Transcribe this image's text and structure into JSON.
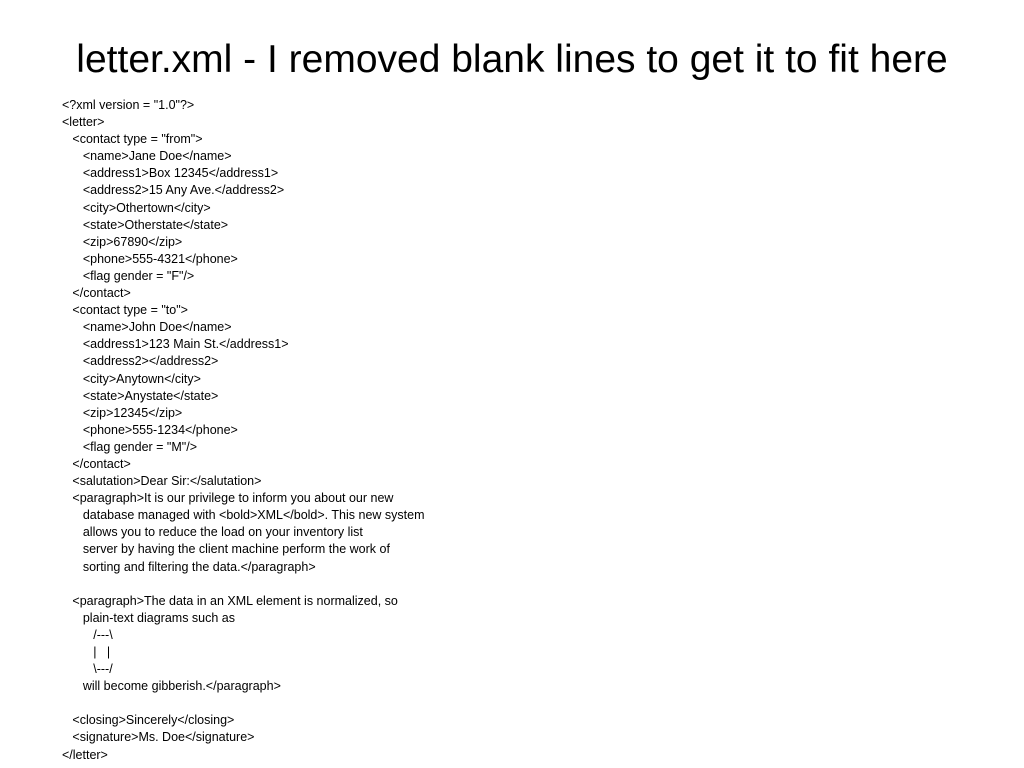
{
  "slide": {
    "title": "letter.xml - I removed blank lines to get it to fit here"
  },
  "code": {
    "lines": [
      "<?xml version = \"1.0\"?>",
      "<letter>",
      "   <contact type = \"from\">",
      "      <name>Jane Doe</name>",
      "      <address1>Box 12345</address1>",
      "      <address2>15 Any Ave.</address2>",
      "      <city>Othertown</city>",
      "      <state>Otherstate</state>",
      "      <zip>67890</zip>",
      "      <phone>555-4321</phone>",
      "      <flag gender = \"F\"/>",
      "   </contact>",
      "   <contact type = \"to\">",
      "      <name>John Doe</name>",
      "      <address1>123 Main St.</address1>",
      "      <address2></address2>",
      "      <city>Anytown</city>",
      "      <state>Anystate</state>",
      "      <zip>12345</zip>",
      "      <phone>555-1234</phone>",
      "      <flag gender = \"M\"/>",
      "   </contact>",
      "   <salutation>Dear Sir:</salutation>",
      "   <paragraph>It is our privilege to inform you about our new",
      "      database managed with <bold>XML</bold>. This new system",
      "      allows you to reduce the load on your inventory list",
      "      server by having the client machine perform the work of",
      "      sorting and filtering the data.</paragraph>",
      "",
      "   <paragraph>The data in an XML element is normalized, so",
      "      plain-text diagrams such as",
      "         /---\\",
      "         |   |",
      "         \\---/",
      "      will become gibberish.</paragraph>",
      "",
      "   <closing>Sincerely</closing>",
      "   <signature>Ms. Doe</signature>",
      "</letter>"
    ]
  }
}
